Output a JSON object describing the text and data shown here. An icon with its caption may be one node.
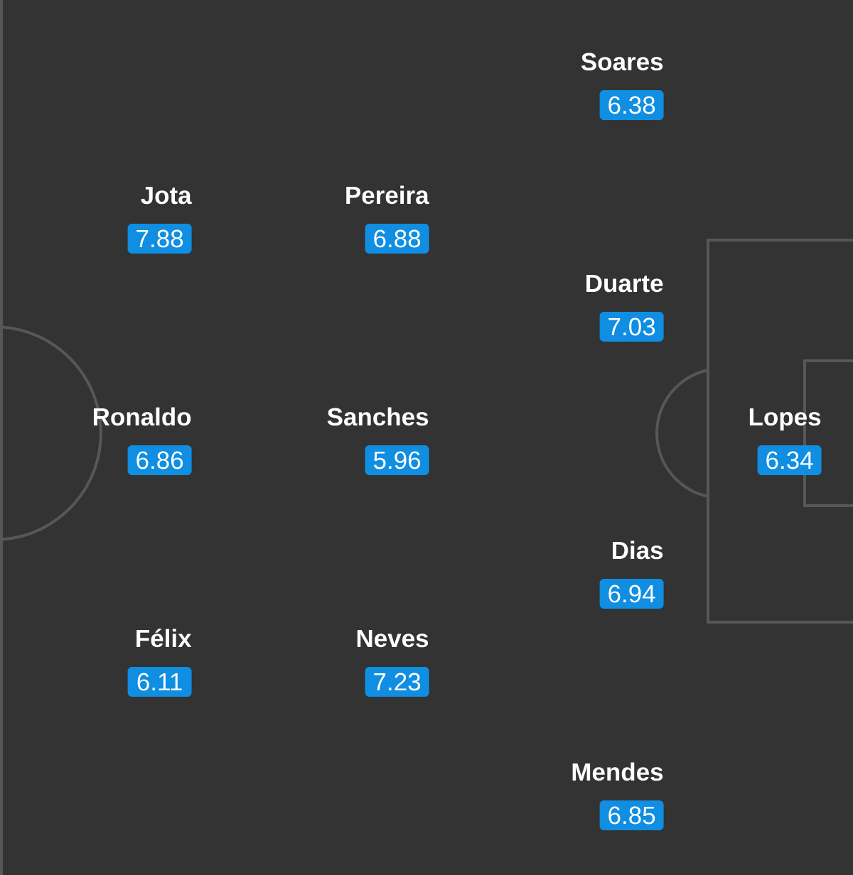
{
  "diagram": {
    "nodes": [
      {
        "text": [
          "Soares",
          "6.38"
        ]
      },
      {
        "text": [
          "Jota",
          "7.88"
        ]
      },
      {
        "text": [
          "Pereira",
          "6.88"
        ]
      },
      {
        "text": [
          "Duarte",
          "7.03"
        ]
      },
      {
        "text": [
          "Ronaldo",
          "6.86"
        ]
      },
      {
        "text": [
          "Sanches",
          "5.96"
        ]
      },
      {
        "text": [
          "Lopes",
          "6.34"
        ]
      },
      {
        "text": [
          "Dias",
          "6.94"
        ]
      },
      {
        "text": [
          "Félix",
          "6.11"
        ]
      },
      {
        "text": [
          "Neves",
          "7.23"
        ]
      },
      {
        "text": [
          "Mendes",
          "6.85"
        ]
      }
    ]
  }
}
